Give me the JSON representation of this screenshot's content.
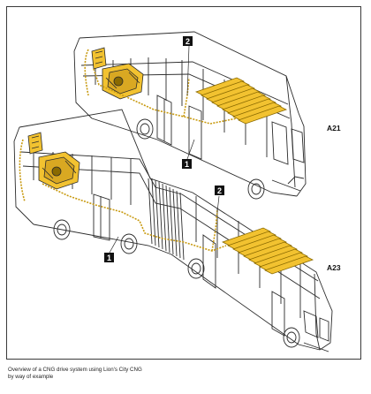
{
  "callouts": {
    "top_pipe": "2",
    "top_engine_line": "1",
    "bottom_pipe": "2",
    "bottom_engine_line": "1"
  },
  "models": {
    "top_bus": "A21",
    "bottom_bus": "A23"
  },
  "caption": {
    "line1": "Overview of a CNG drive system using Lion's City CNG",
    "line2": "by way of example"
  },
  "colors": {
    "tank_fill": "#f2c230",
    "tank_stroke": "#8a6a00",
    "gas_line": "#c89a10",
    "outline": "#2b2b2b",
    "callout_bg": "#111111",
    "callout_text": "#ffffff"
  }
}
